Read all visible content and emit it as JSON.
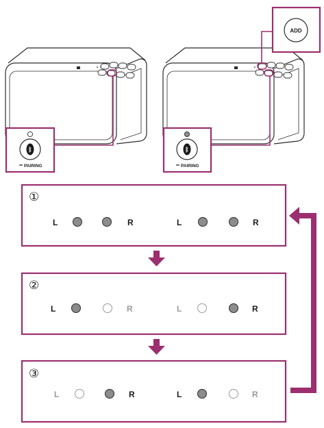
{
  "callouts": {
    "add_label": "ADD",
    "pairing_label": "PAIRING"
  },
  "colors": {
    "accent": "#9b2f6f",
    "line": "#2b2b2b",
    "led_lit": "#8c8c8c",
    "led_unlit": "#ffffff",
    "dim_text": "#9a9a9a"
  },
  "steps": [
    {
      "number": "①",
      "speakers": [
        {
          "left_label": "L",
          "right_label": "R",
          "left_led": "lit",
          "right_led": "lit"
        },
        {
          "left_label": "L",
          "right_label": "R",
          "left_led": "lit",
          "right_led": "lit"
        }
      ]
    },
    {
      "number": "②",
      "speakers": [
        {
          "left_label": "L",
          "right_label": "R",
          "left_led": "lit",
          "right_led": "unlit"
        },
        {
          "left_label": "L",
          "right_label": "R",
          "left_led": "unlit",
          "right_led": "lit"
        }
      ]
    },
    {
      "number": "③",
      "speakers": [
        {
          "left_label": "L",
          "right_label": "R",
          "left_led": "unlit",
          "right_led": "lit"
        },
        {
          "left_label": "L",
          "right_label": "R",
          "left_led": "lit",
          "right_led": "unlit"
        }
      ]
    }
  ]
}
